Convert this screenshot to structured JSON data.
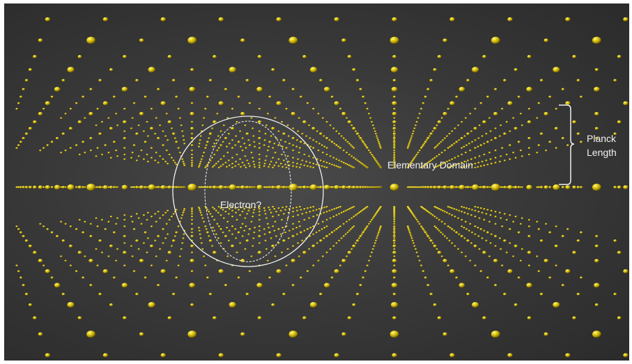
{
  "labels": {
    "electron": "Electron?",
    "elementary_domain": "Elementary Domain",
    "planck_line_1": "Planck",
    "planck_line_2": "Length"
  },
  "colors": {
    "background": "#353535",
    "sphere": "#e3cc1c",
    "sphere_highlight": "#fff7a8",
    "sphere_shadow": "#6b5a00",
    "annotation_lines": "#f0f0f0"
  }
}
